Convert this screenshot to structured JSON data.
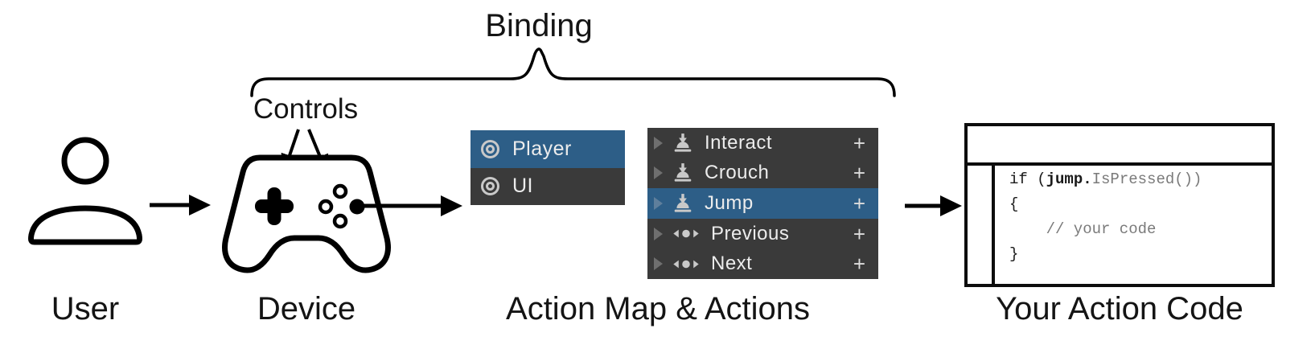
{
  "labels": {
    "binding": "Binding",
    "controls": "Controls",
    "user": "User",
    "device": "Device",
    "action_map": "Action Map & Actions",
    "action_code": "Your Action Code"
  },
  "action_map_panel": {
    "items": [
      {
        "label": "Player",
        "selected": true
      },
      {
        "label": "UI",
        "selected": false
      }
    ]
  },
  "actions_panel": {
    "add_label": "+",
    "items": [
      {
        "label": "Interact",
        "icon": "button-press-icon",
        "selected": false
      },
      {
        "label": "Crouch",
        "icon": "button-press-icon",
        "selected": false
      },
      {
        "label": "Jump",
        "icon": "button-press-icon",
        "selected": true
      },
      {
        "label": "Previous",
        "icon": "axis-icon",
        "selected": false
      },
      {
        "label": "Next",
        "icon": "axis-icon",
        "selected": false
      }
    ]
  },
  "code_box": {
    "line1_keyword": "if (",
    "line1_action": "jump.",
    "line1_method": "IsPressed())",
    "line2": "{",
    "line3_comment": "// your code",
    "line4": "}"
  },
  "colors": {
    "selection_blue": "#2d5e87",
    "panel_dark": "#3a3a3a",
    "panel_text": "#ececec",
    "icon_gray": "#c9c9c9",
    "code_gray": "#7a7a7a",
    "ink": "#141414"
  }
}
